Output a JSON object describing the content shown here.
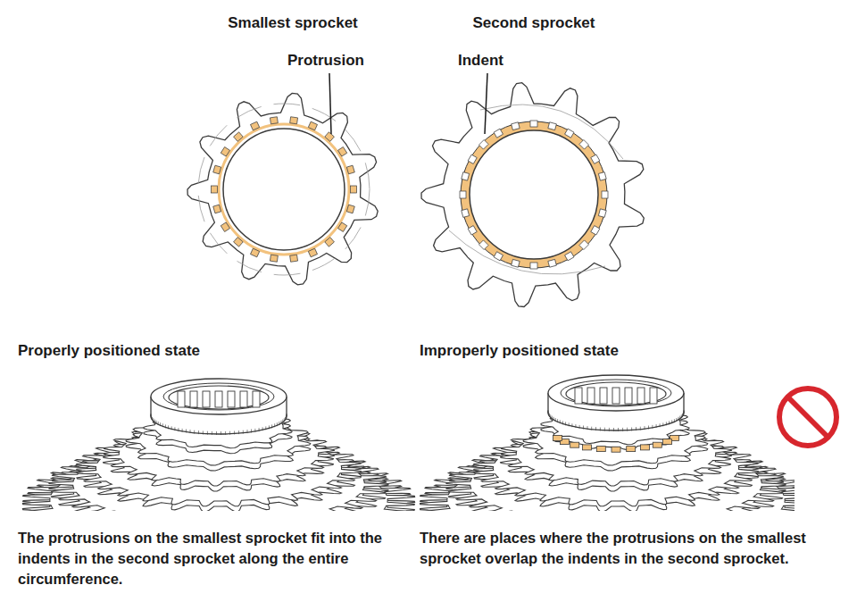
{
  "diagram": {
    "labels": [
      "Smallest sprocket",
      "Second sprocket",
      "Protrusion",
      "Indent",
      "Properly positioned state",
      "Improperly positioned state",
      "The protrusions on the smallest sprocket fit into the indents in the second sprocket along the entire circumference.",
      "There are places where the protrusions on the smallest sprocket overlap the indents in the second sprocket."
    ]
  }
}
